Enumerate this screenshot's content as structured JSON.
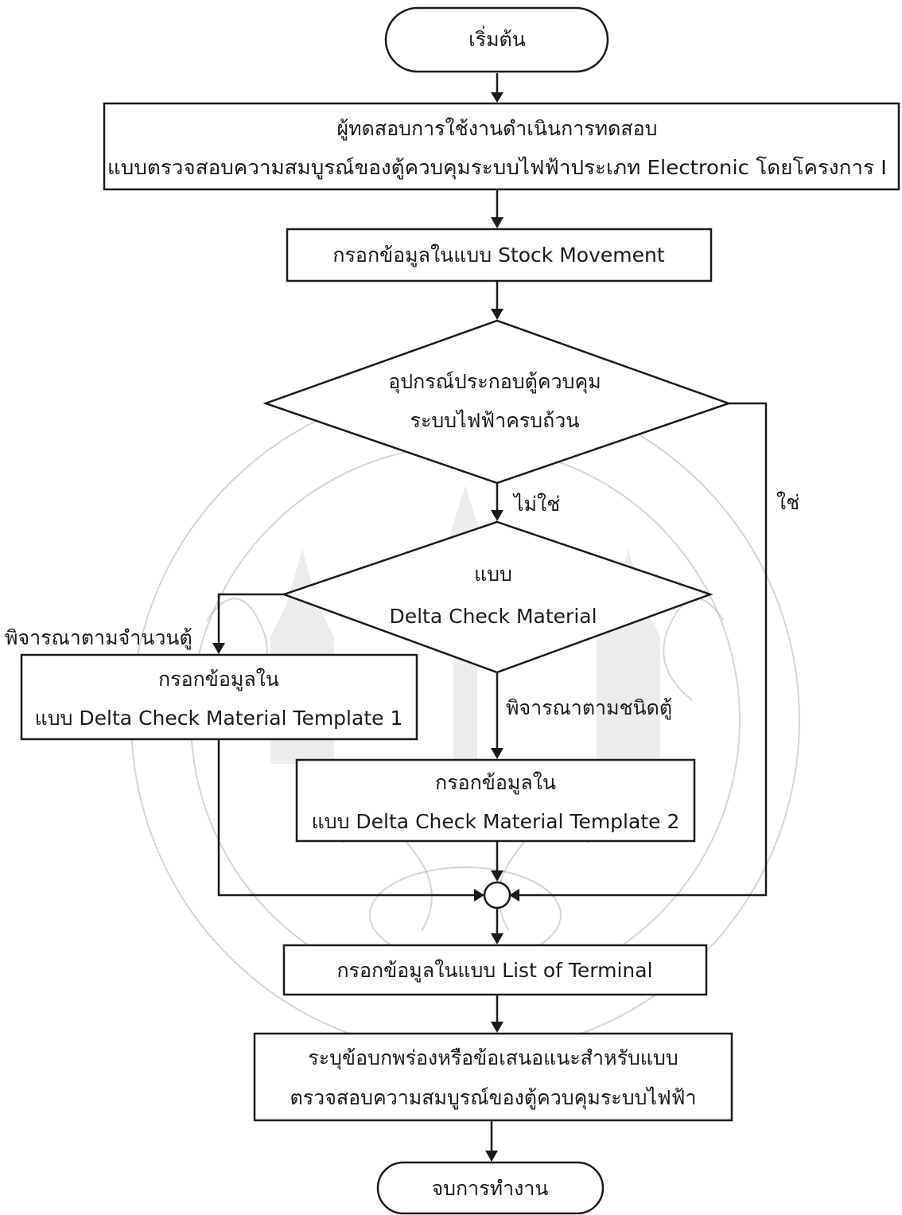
{
  "nodes": {
    "start": {
      "label": "เริ่มต้น"
    },
    "tester_box": {
      "line1": "ผู้ทดสอบการใช้งานดำเนินการทดสอบ",
      "line2": "แบบตรวจสอบความสมบูรณ์ของตู้ควบคุมระบบไฟฟ้าประเภท  Electronic โดยโครงการ I"
    },
    "stock_box": {
      "label": "กรอกข้อมูลในแบบ Stock Movement"
    },
    "decision_equipment": {
      "line1": "อุปกรณ์ประกอบตู้ควบคุม",
      "line2": "ระบบไฟฟ้าครบถ้วน"
    },
    "decision_delta": {
      "line1": "แบบ",
      "line2": "Delta Check Material"
    },
    "template1_box": {
      "line1": "กรอกข้อมูลใน",
      "line2": "แบบ Delta Check Material Template 1"
    },
    "template2_box": {
      "line1": "กรอกข้อมูลใน",
      "line2": "แบบ Delta Check Material Template 2"
    },
    "terminal_box": {
      "label": "กรอกข้อมูลในแบบ List of Terminal"
    },
    "recommend_box": {
      "line1": "ระบุข้อบกพร่องหรือข้อเสนอแนะสำหรับแบบ",
      "line2": "ตรวจสอบความสมบูรณ์ของตู้ควบคุมระบบไฟฟ้า"
    },
    "end": {
      "label": "จบการทำงาน"
    }
  },
  "edge_labels": {
    "no": "ไม่ใช่",
    "yes": "ใช่",
    "by_quantity": "พิจารณาตามจำนวนตู้",
    "by_type": "พิจารณาตามชนิดตู้"
  },
  "colors": {
    "ink": "#1a1a1a",
    "watermark": "#b3b3b3",
    "background": "#ffffff"
  }
}
